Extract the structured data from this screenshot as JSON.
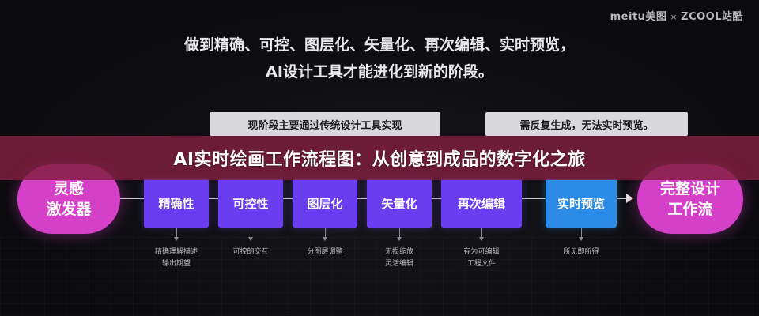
{
  "watermark": {
    "brand1": "meitu美图",
    "separator": "×",
    "brand2": "ZCOOL站酷"
  },
  "headline": {
    "line1": "做到精确、可控、图层化、矢量化、再次编辑、实时预览，",
    "line2": "AI设计工具才能进化到新的阶段。"
  },
  "callouts": {
    "left": "现阶段主要通过传统设计工具实现",
    "right": "需反复生成，无法实时预览。"
  },
  "start_node": {
    "line1": "灵感",
    "line2": "激发器"
  },
  "end_node": {
    "line1": "完整设计",
    "line2": "工作流"
  },
  "steps": [
    {
      "label": "精确性",
      "note1": "精确理解描述",
      "note2": "输出期望",
      "color": "#6a3df0"
    },
    {
      "label": "可控性",
      "note1": "可控的交互",
      "note2": "",
      "color": "#6a3df0"
    },
    {
      "label": "图层化",
      "note1": "分图层调整",
      "note2": "",
      "color": "#6a3df0"
    },
    {
      "label": "矢量化",
      "note1": "无损缩放",
      "note2": "灵活编辑",
      "color": "#6a3df0"
    },
    {
      "label": "再次编辑",
      "note1": "存为可编辑",
      "note2": "工程文件",
      "color": "#6a3df0"
    },
    {
      "label": "实时预览",
      "note1": "所见即所得",
      "note2": "",
      "color": "#2b8be6"
    }
  ],
  "banner": {
    "title": "AI实时绘画工作流程图：从创意到成品的数字化之旅"
  }
}
